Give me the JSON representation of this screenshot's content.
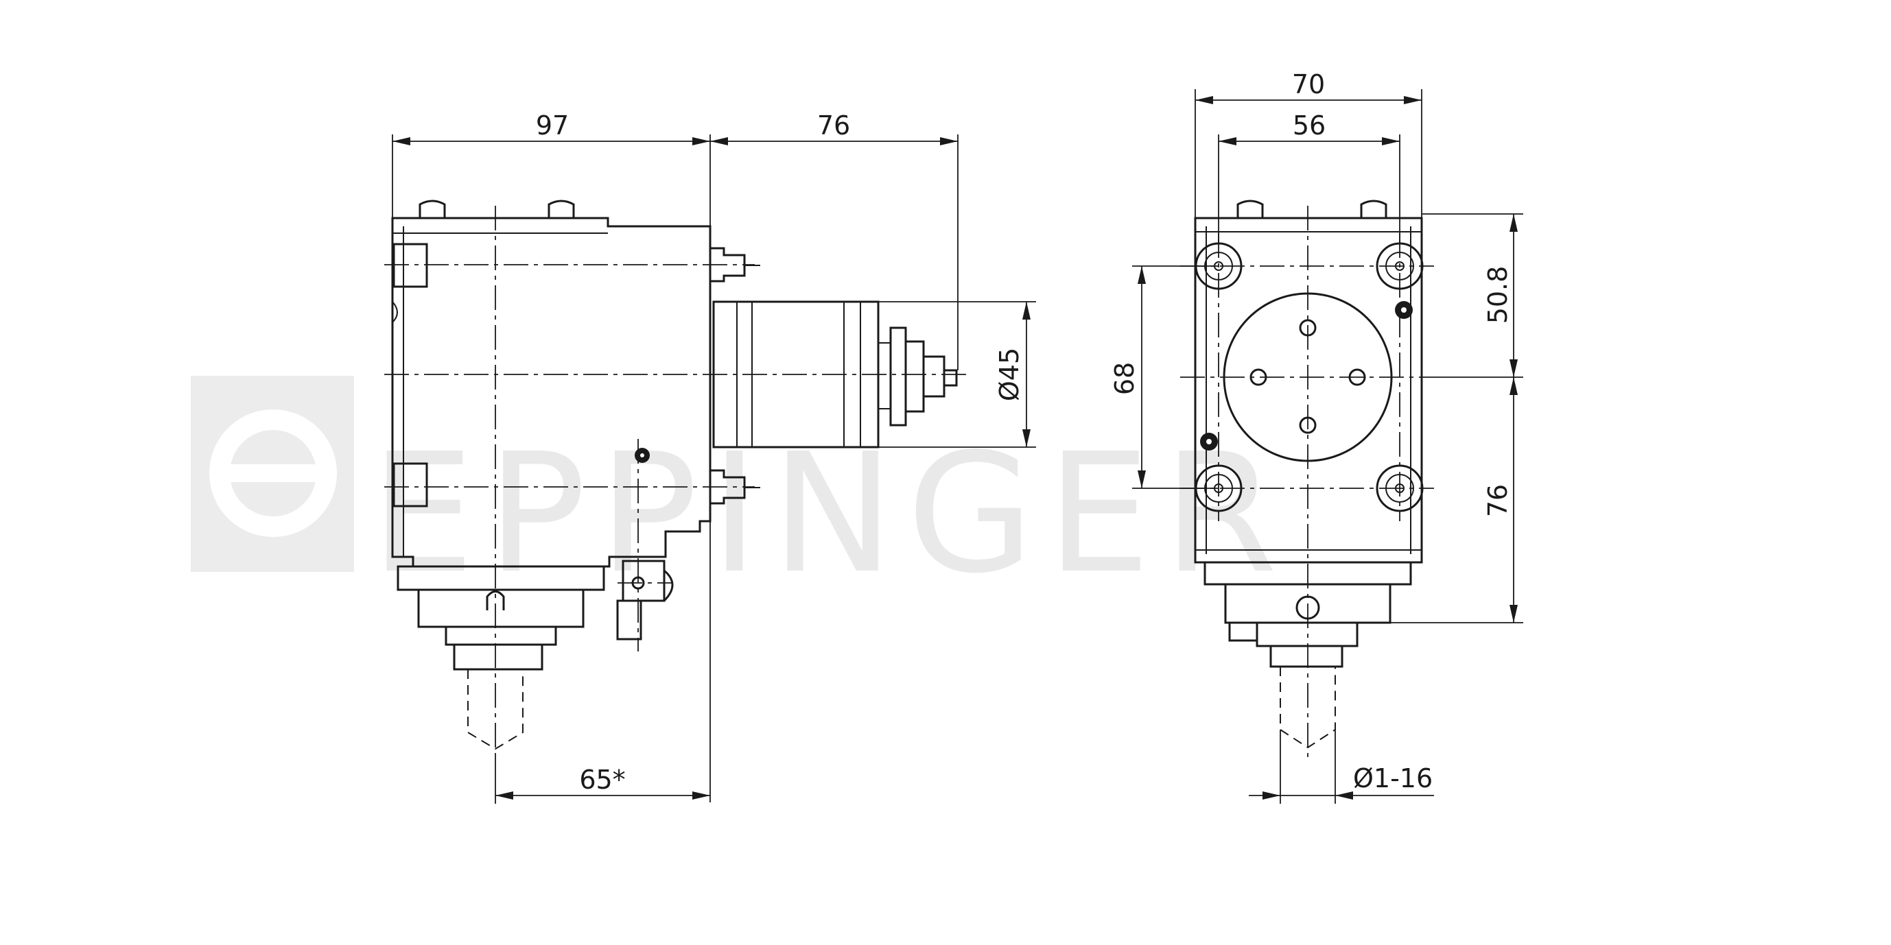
{
  "watermark": {
    "text": "EPPINGER"
  },
  "dimensions": {
    "d97": "97",
    "d76_top": "76",
    "d70": "70",
    "d56": "56",
    "d50_8": "50.8",
    "d68": "68",
    "d45": "Ø45",
    "d76_side": "76",
    "d65": "65*",
    "d1_16": "Ø1-16"
  }
}
